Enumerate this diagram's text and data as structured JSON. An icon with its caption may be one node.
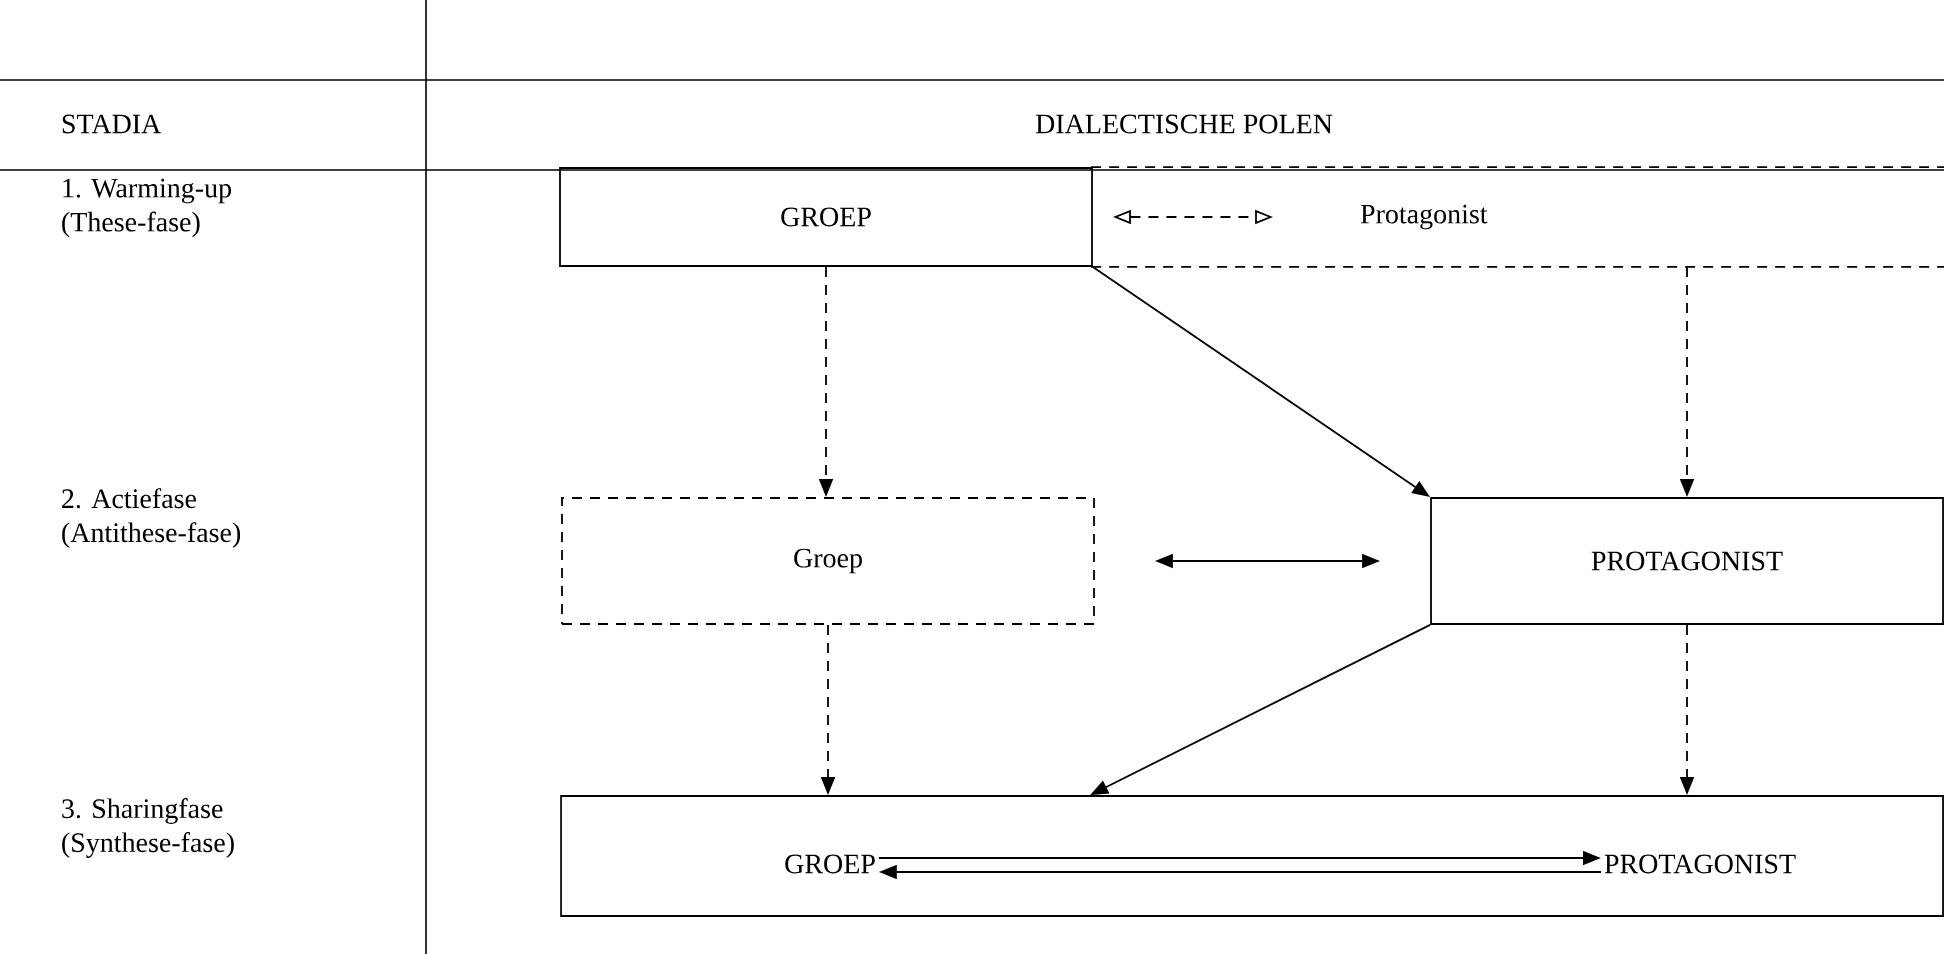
{
  "diagram": {
    "nodes": [
      {
        "text": [
          "GROEP"
        ]
      },
      {
        "text": [
          "Protagonist"
        ]
      },
      {
        "text": [
          "Groep"
        ]
      },
      {
        "text": [
          "PROTAGONIST"
        ]
      },
      {
        "text": [],
        "shape": "box"
      },
      {
        "text": [
          "GROEP"
        ],
        "in": 4
      },
      {
        "text": [
          "PROTAGONIST"
        ],
        "in": 4
      }
    ],
    "edges": [
      {
        "from": 0,
        "to": 2,
        "arrow": "to",
        "style": "dashed"
      },
      {
        "from": 0,
        "to": 1,
        "arrow": "both",
        "style": "dashed"
      },
      {
        "from": 0,
        "to": 3,
        "arrow": "to"
      },
      {
        "from": 1,
        "to": 3,
        "arrow": "to",
        "style": "dashed"
      },
      {
        "from": 2,
        "to": 3,
        "arrow": "both"
      },
      {
        "from": 2,
        "to": 4,
        "arrow": "to",
        "style": "dashed"
      },
      {
        "from": 3,
        "to": 4,
        "arrow": "to"
      },
      {
        "from": 3,
        "to": 4,
        "arrow": "to",
        "style": "dashed"
      },
      {
        "from": 5,
        "to": 6,
        "arrow": "to"
      },
      {
        "from": 6,
        "to": 5,
        "arrow": "to"
      }
    ],
    "labels": [
      "STADIA",
      "DIALECTISCHE POLEN",
      "1. Warming-up (These-fase)",
      "2. Actiefase (Antithese-fase)",
      "3. Sharingfase (Synthese-fase)"
    ]
  }
}
